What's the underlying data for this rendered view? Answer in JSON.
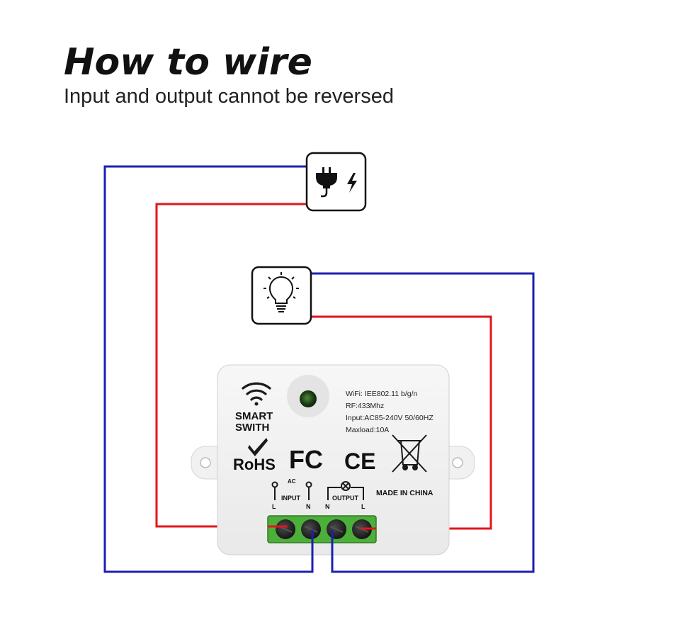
{
  "header": {
    "title": "How to wire",
    "subtitle": "Input and output cannot be reversed"
  },
  "device": {
    "brand_line1": "SMART",
    "brand_line2": "SWITH",
    "specs": [
      "WiFi: IEE802.11 b/g/n",
      "RF:433Mhz",
      "Input:AC85-240V 50/60HZ",
      "Maxload:10A"
    ],
    "rohs": "RoHS",
    "fc": "FC",
    "ce": "CE",
    "made_in": "MADE IN CHINA",
    "ac_label": "AC",
    "input_label": "INPUT",
    "output_label": "OUTPUT",
    "terminal_labels": [
      "L",
      "N",
      "N",
      "L"
    ]
  },
  "colors": {
    "live_wire": "#e3141b",
    "neutral_wire": "#1c1fb0",
    "terminal_block": "#4caf3a",
    "device_body": "#f3f3f3"
  },
  "icons": [
    "power-plug-icon",
    "lightning-icon",
    "light-bulb-icon",
    "wifi-icon",
    "check-icon",
    "crossed-bin-icon",
    "lamp-symbol-icon"
  ]
}
